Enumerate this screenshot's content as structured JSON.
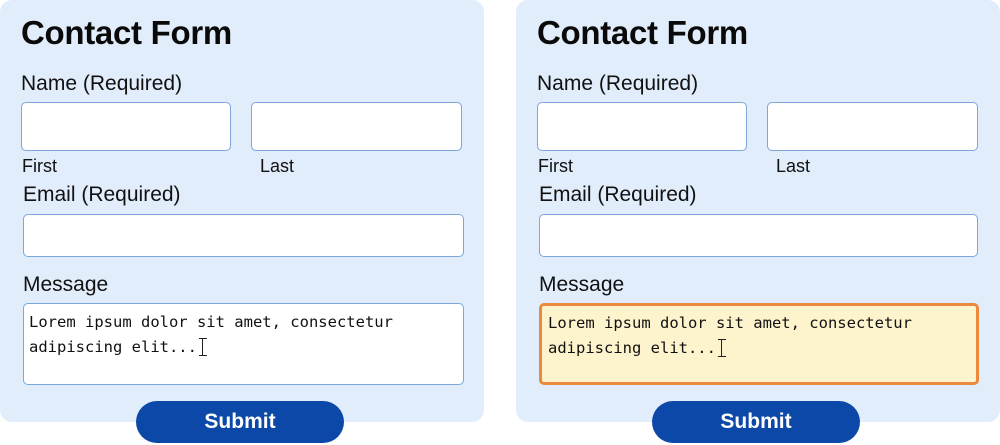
{
  "forms": [
    {
      "title": "Contact Form",
      "name_label": "Name (Required)",
      "first_label": "First",
      "last_label": "Last",
      "first_value": "",
      "last_value": "",
      "email_label": "Email (Required)",
      "email_value": "",
      "message_label": "Message",
      "message_line1": "Lorem ipsum dolor sit amet, consectetur",
      "message_line2": "adipiscing elit...",
      "message_focused": false,
      "submit_label": "Submit"
    },
    {
      "title": "Contact Form",
      "name_label": "Name (Required)",
      "first_label": "First",
      "last_label": "Last",
      "first_value": "",
      "last_value": "",
      "email_label": "Email (Required)",
      "email_value": "",
      "message_label": "Message",
      "message_line1": "Lorem ipsum dolor sit amet, consectetur",
      "message_line2": "adipiscing elit...",
      "message_focused": true,
      "submit_label": "Submit"
    }
  ],
  "colors": {
    "panel_background": "#e2edfc",
    "input_border": "#7da6d9",
    "focus_border": "#eb8a3c",
    "focus_background": "#fdf3cc",
    "submit_background": "#0b48a8",
    "submit_text": "#ffffff"
  }
}
